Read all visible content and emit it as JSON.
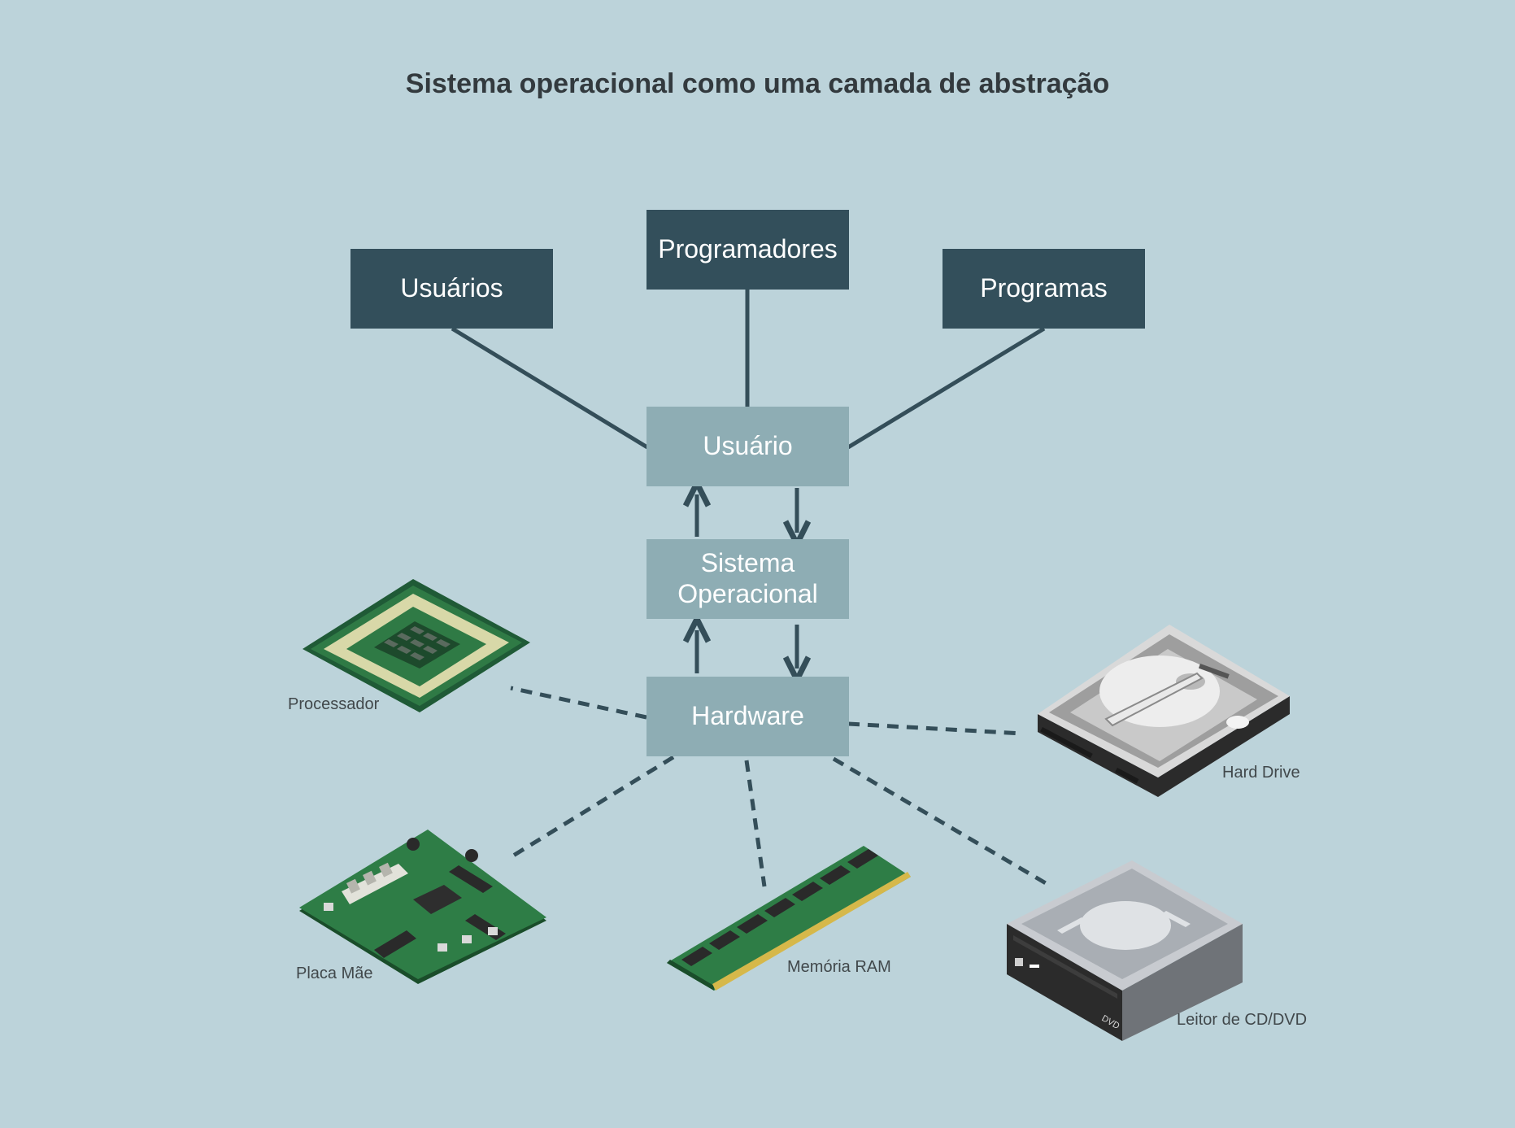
{
  "title": "Sistema operacional como uma camada de abstração",
  "top_nodes": {
    "usuarios": "Usuários",
    "programadores": "Programadores",
    "programas": "Programas"
  },
  "layers": {
    "usuario": "Usuário",
    "sistema_line1": "Sistema",
    "sistema_line2": "Operacional",
    "hardware": "Hardware"
  },
  "devices": {
    "processador": "Processador",
    "hard_drive": "Hard Drive",
    "placa_mae": "Placa Mãe",
    "memoria_ram": "Memória RAM",
    "leitor": "Leitor de CD/DVD",
    "dvd_mark": "DVD"
  },
  "colors": {
    "background": "#bcd3da",
    "dark_box": "#334f5b",
    "light_box": "#8eadb4",
    "connector": "#344e59"
  }
}
